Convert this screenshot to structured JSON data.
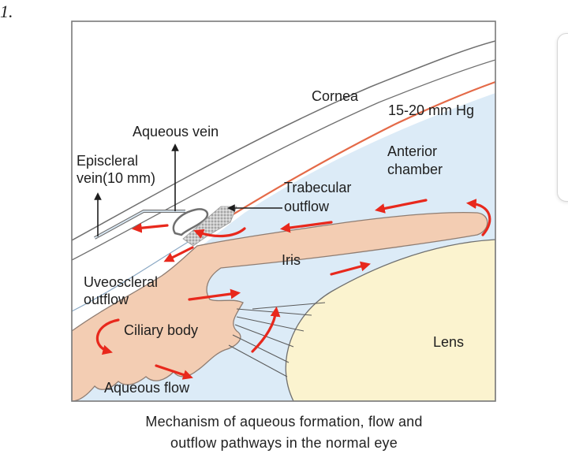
{
  "corner_text": "1.",
  "labels": {
    "cornea": "Cornea",
    "pressure": "15-20 mm Hg",
    "aqueous_vein": "Aqueous vein",
    "episcleral_line1": "Episcleral",
    "episcleral_line2": "vein(10 mm)",
    "anterior_line1": "Anterior",
    "anterior_line2": "chamber",
    "trabecular_line1": "Trabecular",
    "trabecular_line2": "outflow",
    "iris": "Iris",
    "uveoscleral_line1": "Uveoscleral",
    "uveoscleral_line2": "outflow",
    "ciliary_body": "Ciliary body",
    "lens": "Lens",
    "aqueous_flow": "Aqueous flow"
  },
  "caption": {
    "line1": "Mechanism of aqueous formation, flow and",
    "line2": "outflow pathways in the normal eye"
  },
  "colors": {
    "chamber_fluid": "#dcebf7",
    "iris_tissue": "#f3cdb3",
    "lens": "#fbf3cf",
    "flow_arrow": "#e8281c",
    "cornea_line": "#e46a48",
    "outline": "#6f6f6f"
  }
}
